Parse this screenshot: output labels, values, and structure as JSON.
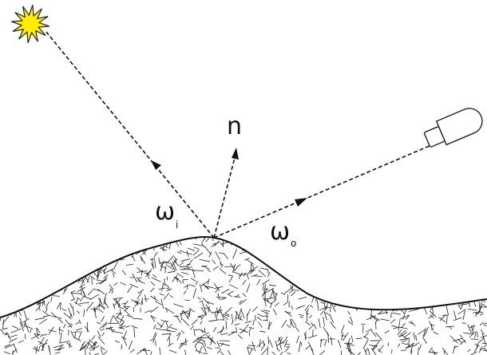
{
  "diagram": {
    "normal": {
      "label": "n"
    },
    "incoming": {
      "symbol": "ω",
      "subscript": "i"
    },
    "outgoing": {
      "symbol": "ω",
      "subscript": "o"
    },
    "light_source": {
      "icon": "sun-icon",
      "color": "#ffee00"
    },
    "viewer": {
      "icon": "camera-icon"
    },
    "surface": {
      "texture": "random-strokes"
    }
  }
}
